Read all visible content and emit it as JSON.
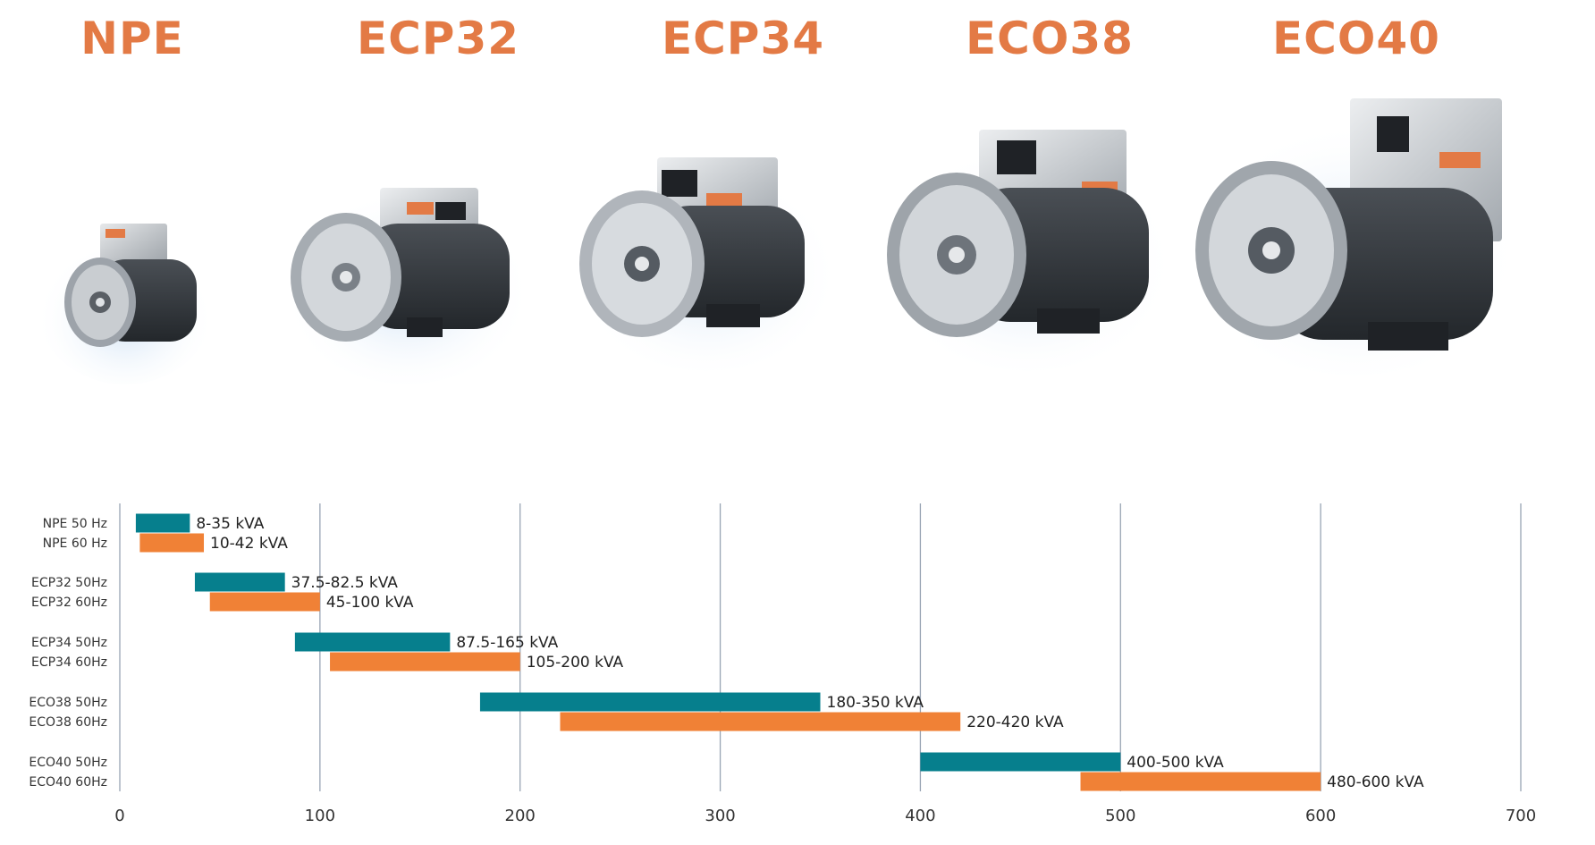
{
  "models": [
    "NPE",
    "ECP32",
    "ECP34",
    "ECO38",
    "ECO40"
  ],
  "colors": {
    "title": "#e37a45",
    "hz50": "#067f8d",
    "hz60": "#f08136",
    "grid": "#98a4b4"
  },
  "chart_data": {
    "type": "bar",
    "orientation": "horizontal-range",
    "xlim": [
      0,
      700
    ],
    "xticks": [
      0,
      100,
      200,
      300,
      400,
      500,
      600,
      700
    ],
    "grid": "vertical",
    "rows": [
      {
        "label": "NPE 50 Hz",
        "start": 8,
        "end": 35,
        "annotation": "8-35 kVA",
        "freq": "50"
      },
      {
        "label": "NPE 60 Hz",
        "start": 10,
        "end": 42,
        "annotation": "10-42 kVA",
        "freq": "60"
      },
      {
        "label": "ECP32 50Hz",
        "start": 37.5,
        "end": 82.5,
        "annotation": "37.5-82.5 kVA",
        "freq": "50"
      },
      {
        "label": "ECP32 60Hz",
        "start": 45,
        "end": 100,
        "annotation": "45-100 kVA",
        "freq": "60"
      },
      {
        "label": "ECP34 50Hz",
        "start": 87.5,
        "end": 165,
        "annotation": "87.5-165 kVA",
        "freq": "50"
      },
      {
        "label": "ECP34 60Hz",
        "start": 105,
        "end": 200,
        "annotation": "105-200 kVA",
        "freq": "60"
      },
      {
        "label": "ECO38 50Hz",
        "start": 180,
        "end": 350,
        "annotation": "180-350 kVA",
        "freq": "50"
      },
      {
        "label": "ECO38 60Hz",
        "start": 220,
        "end": 420,
        "annotation": "220-420 kVA",
        "freq": "60"
      },
      {
        "label": "ECO40 50Hz",
        "start": 400,
        "end": 500,
        "annotation": "400-500 kVA",
        "freq": "50"
      },
      {
        "label": "ECO40 60Hz",
        "start": 480,
        "end": 600,
        "annotation": "480-600 kVA",
        "freq": "60"
      }
    ]
  }
}
